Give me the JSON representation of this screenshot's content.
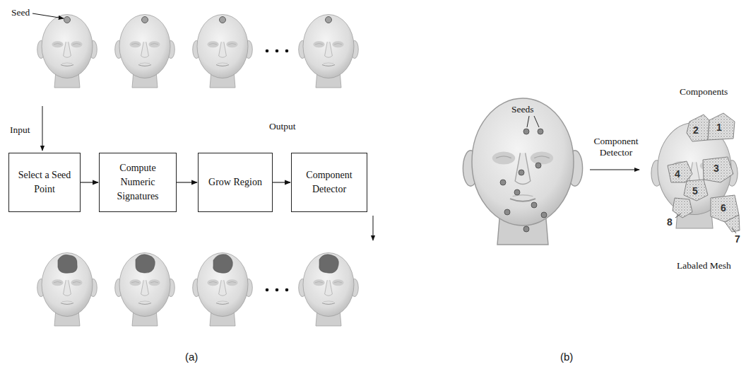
{
  "diagram": {
    "nodes": [
      {
        "text": [
          "Select a Seed Point"
        ]
      },
      {
        "text": [
          "Compute Numeric Signatures"
        ]
      },
      {
        "text": [
          "Grow Region"
        ]
      },
      {
        "text": [
          "Component Detector"
        ]
      }
    ],
    "edges": [
      {
        "from": 0,
        "to": 1,
        "arrow": "to"
      },
      {
        "from": 1,
        "to": 2,
        "arrow": "to"
      },
      {
        "from": 2,
        "to": 3,
        "arrow": "to"
      }
    ],
    "labels": [
      "Seed",
      "Input",
      "Output",
      "(a)",
      "Seeds",
      "Component Detector",
      "Components",
      "2",
      "1",
      "3",
      "4",
      "5",
      "6",
      "7",
      "8",
      "Labaled Mesh",
      "(b)"
    ]
  }
}
